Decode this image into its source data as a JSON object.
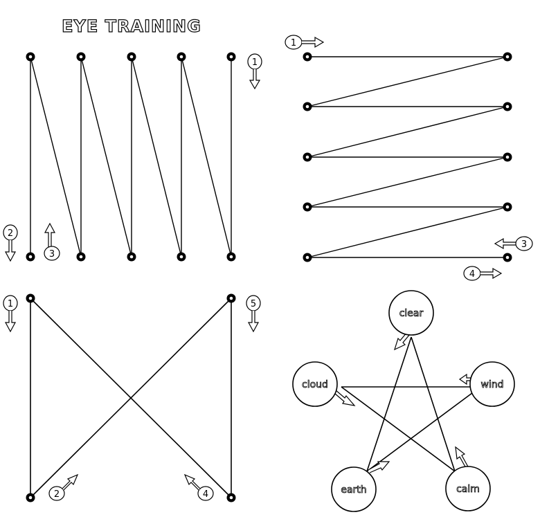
{
  "title": "EYE TRAINING",
  "colors": {
    "stroke": "#000000",
    "fill": "#ffffff"
  },
  "diagram1": {
    "step_top": "1",
    "step_bottom_left": "2",
    "step_up": "3"
  },
  "diagram2": {
    "step_start": "1",
    "step_back": "3",
    "step_end": "4"
  },
  "diagram3": {
    "step_top_left": "1",
    "step_bottom_left": "2",
    "step_bottom_right": "4",
    "step_top_right": "5"
  },
  "diagram4": {
    "circles": [
      "clear",
      "wind",
      "calm",
      "earth",
      "cloud"
    ]
  }
}
